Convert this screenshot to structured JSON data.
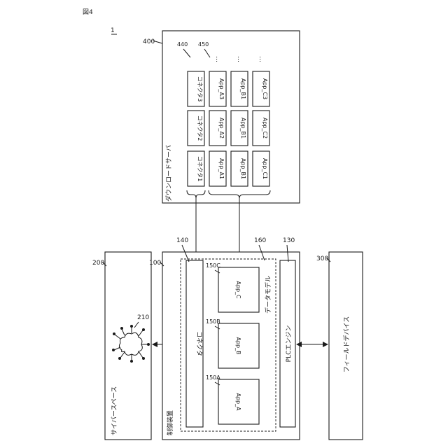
{
  "figure": {
    "label": "図4",
    "system_ref": "1"
  },
  "download_server": {
    "ref": "400",
    "title": "ダウンロードサーバ",
    "connector_ref": "440",
    "app_ref": "450",
    "ellipsis": "…",
    "connectors": [
      "コネクタ1",
      "コネクタ2",
      "コネクタ3"
    ],
    "apps_a": [
      "App_A1",
      "App_A2",
      "App_A3"
    ],
    "apps_b": [
      "App_B1",
      "App_B1",
      "App_B1"
    ],
    "apps_c": [
      "App_C1",
      "App_C2",
      "App_C3"
    ]
  },
  "cyberspace": {
    "ref": "200",
    "title": "サイバースペース",
    "cloud_ref": "210"
  },
  "control_device": {
    "ref": "100",
    "title": "制御装置",
    "connector_ref": "140",
    "connector_label": "コネクタ",
    "datamodel_ref": "160",
    "datamodel_label": "データモデル",
    "plc_ref": "130",
    "plc_label": "PLCエンジン",
    "apps": [
      {
        "ref": "150A",
        "label": "App_A"
      },
      {
        "ref": "150B",
        "label": "App_B"
      },
      {
        "ref": "150C",
        "label": "App_C"
      }
    ]
  },
  "field_devices": {
    "ref": "300",
    "title": "フィールドデバイス"
  }
}
